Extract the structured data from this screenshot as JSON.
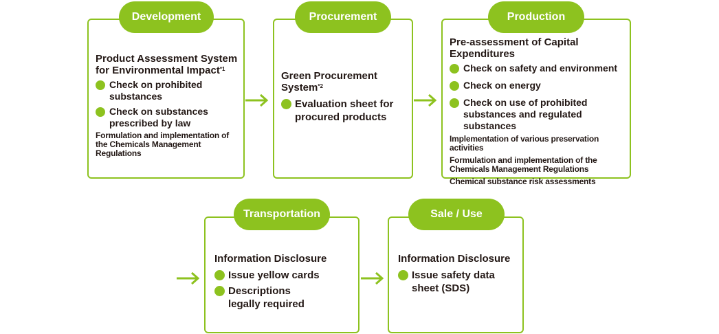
{
  "stages": {
    "development": {
      "label": "Development",
      "heading_line1": "Product Assessment System",
      "heading_line2": "for Environmental Impact",
      "footnote_mark": "*1",
      "bullets": [
        "Check on prohibited substances",
        "Check on substances prescribed by law"
      ],
      "note": "Formulation and implementation of the Chemicals Management Regulations"
    },
    "procurement": {
      "label": "Procurement",
      "heading_line1": "Green Procurement",
      "heading_line2": "System",
      "footnote_mark": "*2",
      "bullets": [
        "Evaluation sheet for procured products"
      ]
    },
    "production": {
      "label": "Production",
      "heading": "Pre-assessment of Capital Expenditures",
      "bullets": [
        "Check on safety and environment",
        "Check on energy",
        "Check on use of prohibited substances and regulated substances"
      ],
      "notes": [
        "Implementation of various preservation activities",
        "Formulation and implementation of the Chemicals Management Regulations",
        "Chemical substance risk assessments"
      ]
    },
    "transportation": {
      "label": "Transportation",
      "heading": "Information Disclosure",
      "bullets": [
        "Issue yellow cards",
        "Descriptions legally required"
      ]
    },
    "sale_use": {
      "label": "Sale / Use",
      "heading": "Information Disclosure",
      "bullets": [
        "Issue safety data sheet (SDS)"
      ]
    }
  },
  "colors": {
    "accent": "#8dc21f",
    "text": "#231815"
  }
}
